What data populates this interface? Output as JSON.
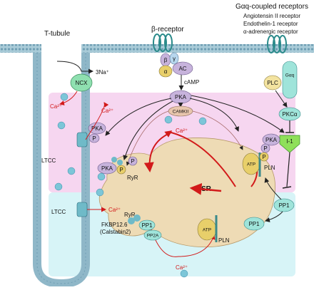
{
  "labels": {
    "ttubule": "T-tubule",
    "beta_receptor": "β-receptor",
    "gaq_title": "Gαq-coupled receptors",
    "gaq_r1": "Angiotensin II receptor",
    "gaq_r2": "Endothelin-1 receptor",
    "gaq_r3": "α-adrenergic receptor",
    "na": "3Na⁺",
    "camp": "cAMP",
    "sr": "SR",
    "ltcc_top": "LTCC",
    "ltcc_bot": "LTCC",
    "fkbp": "FKBP12.6",
    "calstabin": "(Calstabin2)",
    "pln_top": "PLN",
    "pln_bot": "PLN"
  },
  "nodes": {
    "ncx": "NCX",
    "beta": "β",
    "gamma": "γ",
    "alpha": "α",
    "ac": "AC",
    "pka_center": "PKA",
    "camkii": "CAMKII",
    "plc": "PLC",
    "gaq": "Gαq",
    "pkca": "PKCα",
    "i1": "I-1",
    "pp1_right": "PP1",
    "pp1_bottom": "PP1",
    "pp1_ryr": "PP1",
    "pp2a": "PP2A",
    "pka_ltcc": "PKA",
    "p_ltcc": "P",
    "pka_ryr": "PKA",
    "p_ryr1": "P",
    "p_ryr2": "P",
    "pka_pln": "PKA",
    "p_pln1": "P",
    "p_pln2": "P",
    "ryr_top": "RyR",
    "ryr_bot": "RyR",
    "atp_top": "ATP",
    "atp_bot": "ATP"
  },
  "ca_labels": {
    "ca_ncx": "Ca²⁺",
    "ca_ltcc": "Ca²⁺",
    "ca_center": "Ca²⁺",
    "ca_ltcc2": "Ca²⁺",
    "ca_bottom": "Ca²⁺"
  },
  "colors": {
    "pink_region": "#f6d6f0",
    "cyan_region": "#d7f4f7",
    "sr_fill": "#eedbb5",
    "membrane": "#8fb7c8",
    "arrow_red": "#d21a1a",
    "node_teal": "#9fe4da",
    "node_purple": "#c7b3dc",
    "node_gold": "#e8cf6a"
  }
}
